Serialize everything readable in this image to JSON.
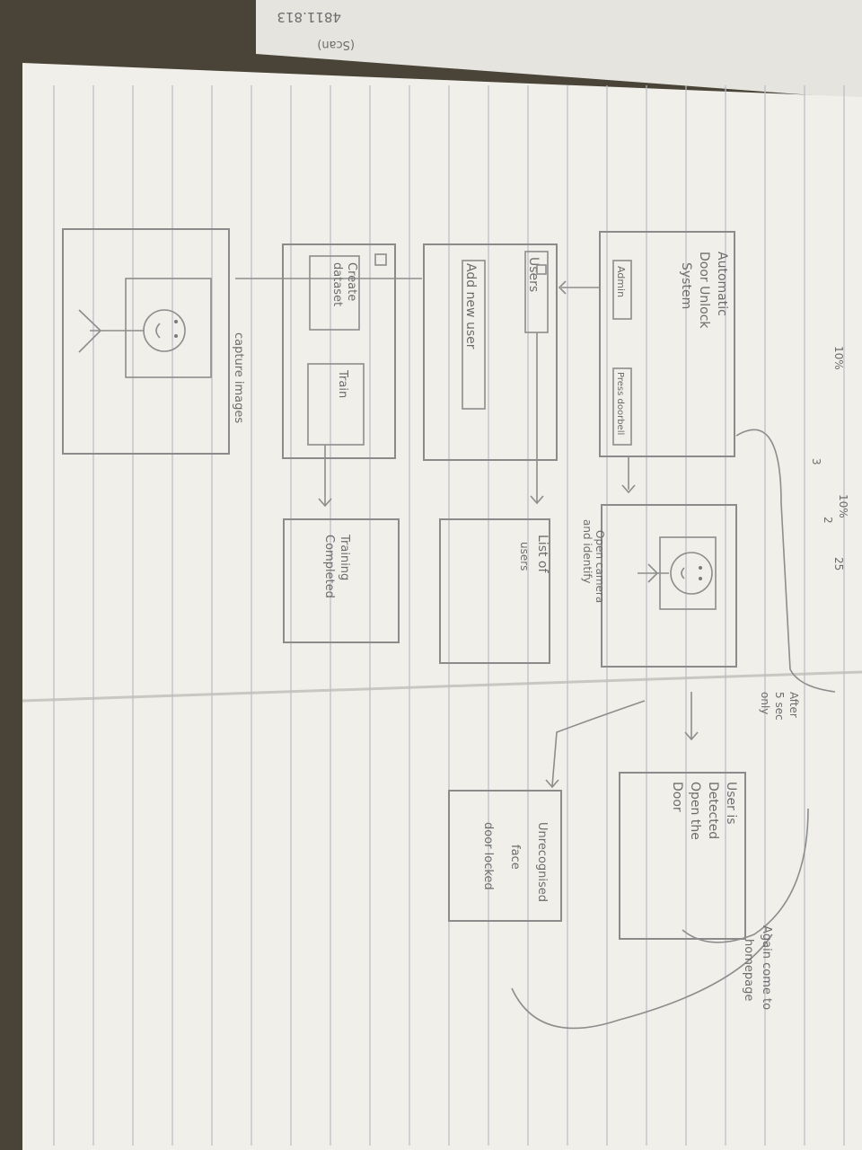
{
  "background": {
    "table_color": "#4a4438",
    "paper_color": "#f1efe9",
    "ink_color": "#6d6d6d",
    "line_color": "#b7bcc6"
  },
  "top_scrap": {
    "text1": "4811.813",
    "text2": "(Scan)"
  },
  "margin_notes": {
    "n1": "10%",
    "n2": "2",
    "n3": "3",
    "n4": "10%",
    "n5": "25"
  },
  "homepage": {
    "title": "Automatic Door Unlock System",
    "title_lines": [
      "Automatic",
      "Door Unlock",
      "System"
    ],
    "admin_label": "Admin",
    "press_doorbell_label": "Press doorbell"
  },
  "camera_screen": {
    "caption": [
      "Open camera",
      "and identify"
    ]
  },
  "admin_screen": {
    "users_label": "Users",
    "add_user_label": "Add new user"
  },
  "users_list_screen": {
    "caption": [
      "List of",
      "users"
    ]
  },
  "dataset_screen": {
    "create_dataset_label": [
      "Create",
      "dataset"
    ],
    "train_label": "Train"
  },
  "training_screen": {
    "caption": [
      "Training",
      "Completed"
    ]
  },
  "capture_screen": {
    "caption": "capture images"
  },
  "result_screens": {
    "timing_note": [
      "After",
      "5 sec",
      "only"
    ],
    "detected": [
      "User is",
      "Detected",
      "Open the",
      "Door"
    ],
    "unrecognised": [
      "Unrecognised",
      "face",
      "door locked"
    ],
    "return_note": [
      "Again come to",
      "homepage"
    ]
  }
}
